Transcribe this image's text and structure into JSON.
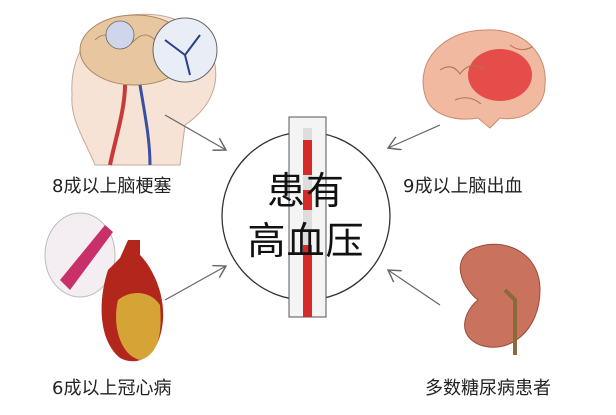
{
  "center": {
    "line1": "患有",
    "line2": "高血压"
  },
  "labels": {
    "stroke": "8成以上脑梗塞",
    "hemorrhage": "9成以上脑出血",
    "heart": "6成以上冠心病",
    "diabetes": "多数糖尿病患者"
  },
  "colors": {
    "accent": "#d42a2a",
    "arrow": "#666666",
    "text": "#222222"
  }
}
